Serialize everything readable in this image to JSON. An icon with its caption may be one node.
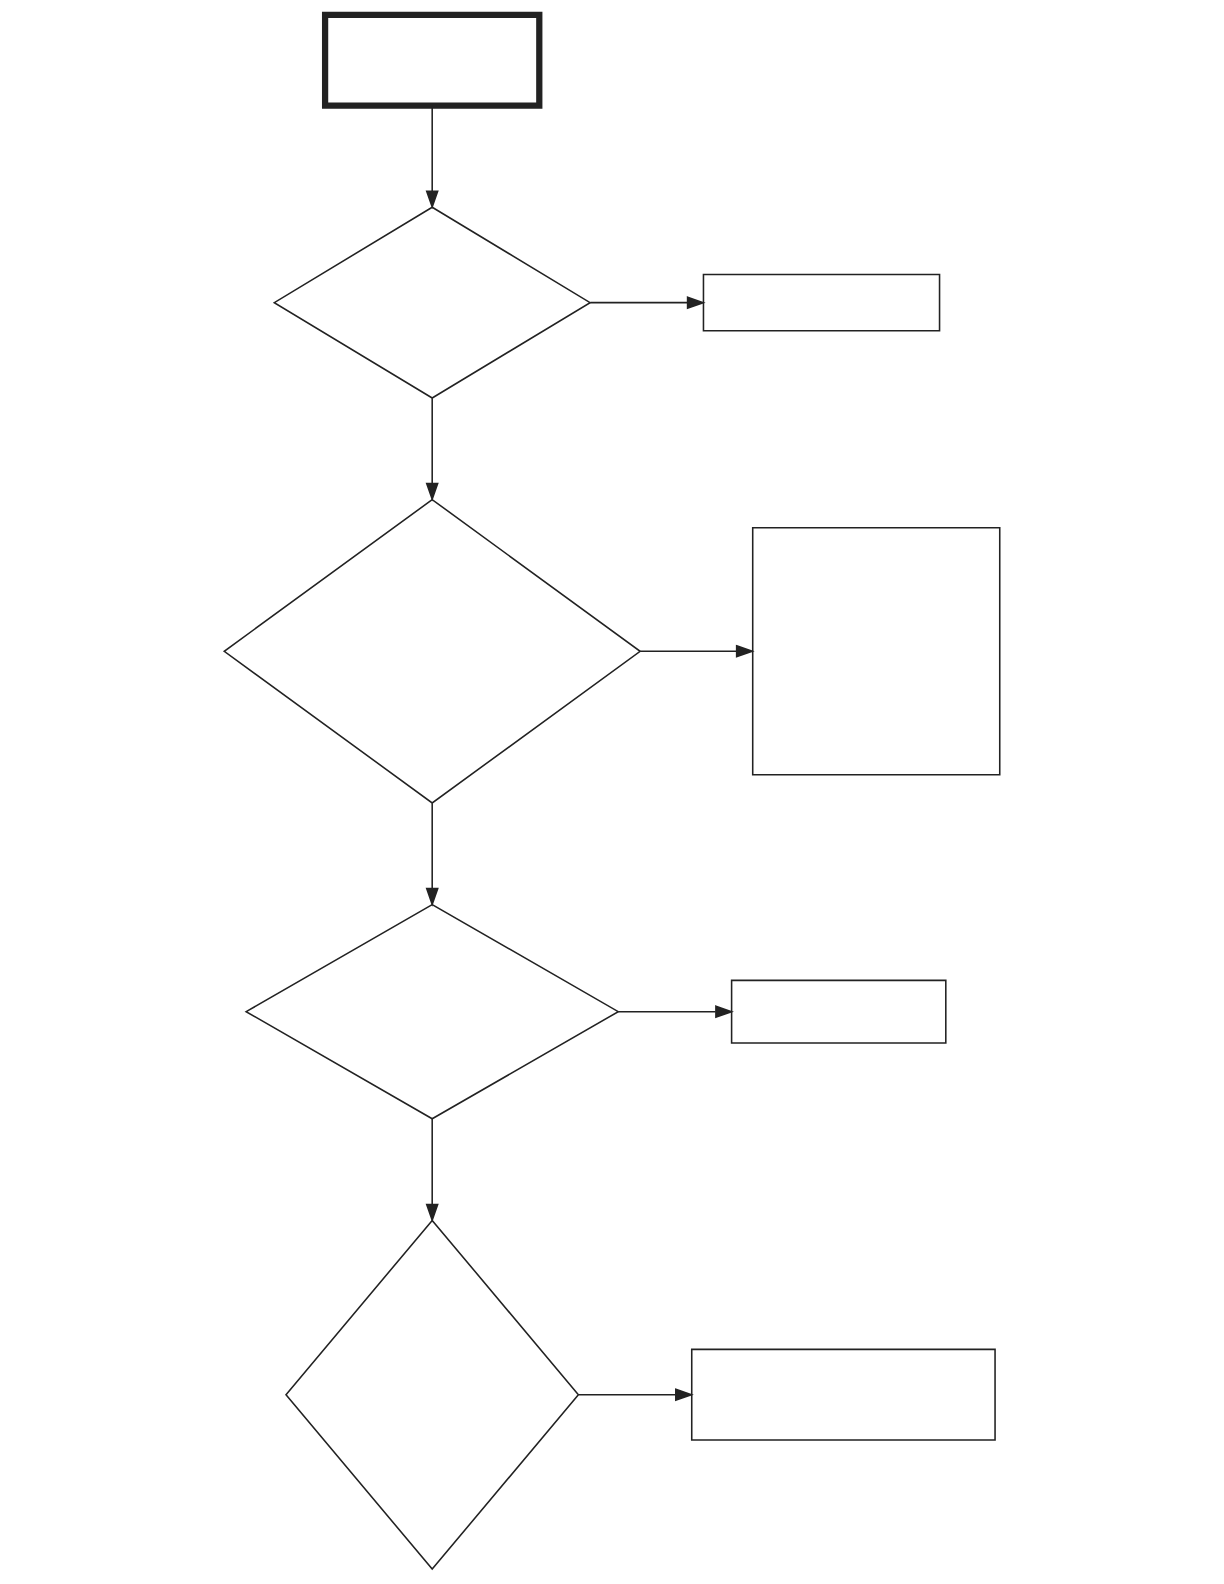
{
  "diagram": {
    "nodes": [
      {
        "text": [],
        "shape": "box"
      },
      {
        "text": [],
        "shape": "diamond"
      },
      {
        "text": [],
        "shape": "box"
      },
      {
        "text": [],
        "shape": "diamond"
      },
      {
        "text": [],
        "shape": "box"
      },
      {
        "text": [],
        "shape": "diamond"
      },
      {
        "text": [],
        "shape": "box"
      },
      {
        "text": [],
        "shape": "diamond"
      },
      {
        "text": [],
        "shape": "box"
      }
    ],
    "edges": [
      {
        "from": 0,
        "to": 1,
        "arrow": "to"
      },
      {
        "from": 1,
        "to": 2,
        "arrow": "to"
      },
      {
        "from": 1,
        "to": 3,
        "arrow": "to"
      },
      {
        "from": 3,
        "to": 4,
        "arrow": "to"
      },
      {
        "from": 3,
        "to": 5,
        "arrow": "to"
      },
      {
        "from": 5,
        "to": 6,
        "arrow": "to"
      },
      {
        "from": 5,
        "to": 7,
        "arrow": "to"
      },
      {
        "from": 7,
        "to": 8,
        "arrow": "to"
      }
    ]
  }
}
